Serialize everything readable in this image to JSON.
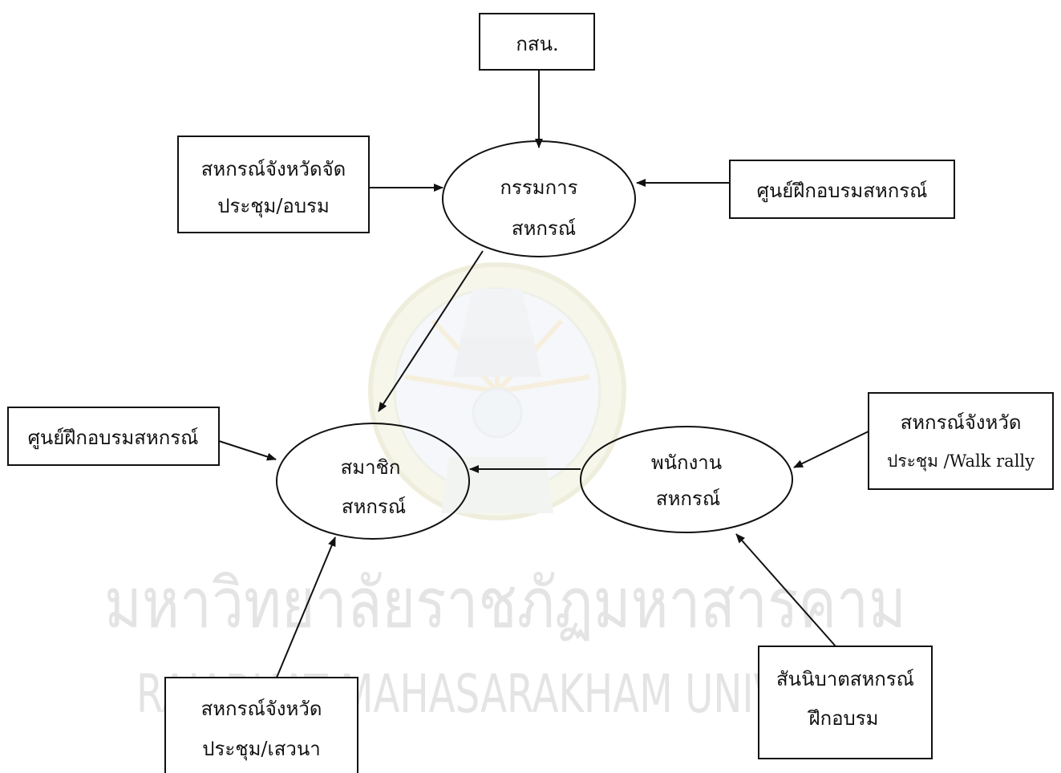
{
  "watermark": {
    "thai_name": "มหาวิทยาลัยราชภัฏมหาสารคาม",
    "english_name": "RAJABHAT MAHASARAKHAM UNIVERSITY"
  },
  "nodes": {
    "kson": {
      "lines": [
        "กสน."
      ]
    },
    "coop_committee": {
      "lines": [
        "กรรมการ",
        "สหกรณ์"
      ]
    },
    "provincial_meeting_training": {
      "lines": [
        "สหกรณ์จังหวัดจัด",
        "ประชุม/อบรม"
      ]
    },
    "training_center_top": {
      "lines": [
        "ศูนย์ฝึกอบรมสหกรณ์"
      ]
    },
    "coop_members": {
      "lines": [
        "สมาชิก",
        "สหกรณ์"
      ]
    },
    "coop_staff": {
      "lines": [
        "พนักงาน",
        "สหกรณ์"
      ]
    },
    "training_center_left": {
      "lines": [
        "ศูนย์ฝึกอบรมสหกรณ์"
      ]
    },
    "provincial_walk_rally": {
      "lines": [
        "สหกรณ์จังหวัด",
        "ประชุม /Walk rally"
      ]
    },
    "provincial_seminar": {
      "lines": [
        "สหกรณ์จังหวัด",
        "ประชุม/เสวนา"
      ]
    },
    "coop_league_training": {
      "lines": [
        "สันนิบาตสหกรณ์",
        "ฝึกอบรม"
      ]
    }
  },
  "edges": [
    {
      "from": "kson",
      "to": "coop_committee"
    },
    {
      "from": "provincial_meeting_training",
      "to": "coop_committee"
    },
    {
      "from": "training_center_top",
      "to": "coop_committee"
    },
    {
      "from": "coop_committee",
      "to": "coop_members"
    },
    {
      "from": "training_center_left",
      "to": "coop_members"
    },
    {
      "from": "coop_staff",
      "to": "coop_members"
    },
    {
      "from": "provincial_walk_rally",
      "to": "coop_staff"
    },
    {
      "from": "provincial_seminar",
      "to": "coop_members"
    },
    {
      "from": "coop_league_training",
      "to": "coop_staff"
    }
  ]
}
